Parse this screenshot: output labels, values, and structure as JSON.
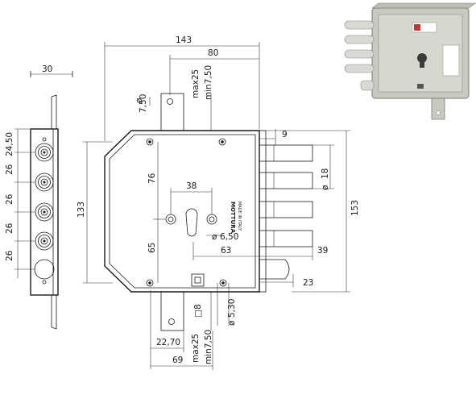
{
  "brand": "MOTTURA",
  "made_in": "MADE IN ITALY",
  "dimensions": {
    "side_width": "30",
    "side_pitch_top": "24,50",
    "side_pitch_1": "26",
    "side_pitch_2": "26",
    "side_pitch_3": "26",
    "side_pitch_4": "26",
    "overall_width": "143",
    "backset": "80",
    "hole_diameter": "7,50",
    "top_max": "max25",
    "top_min": "min7,50",
    "bolt_offset": "9",
    "bolt_diameter": "18",
    "keyhole_spacing": "38",
    "upper_height": "76",
    "overall_height": "133",
    "total_height": "153",
    "screw_diameter": "6,50",
    "lower_height": "65",
    "cylinder_offset": "63",
    "bolt_reach": "39",
    "latch_projection": "23",
    "spindle_square": "8",
    "spindle_diameter": "5,30",
    "bottom_max": "max25",
    "bottom_min": "min7,50",
    "bottom_offset": "22,70",
    "bottom_width": "69"
  },
  "colors": {
    "line": "#1a1a1a",
    "metal": "#c9c9c2",
    "bolt": "#d9d9d4",
    "label_red": "#c0392b"
  }
}
